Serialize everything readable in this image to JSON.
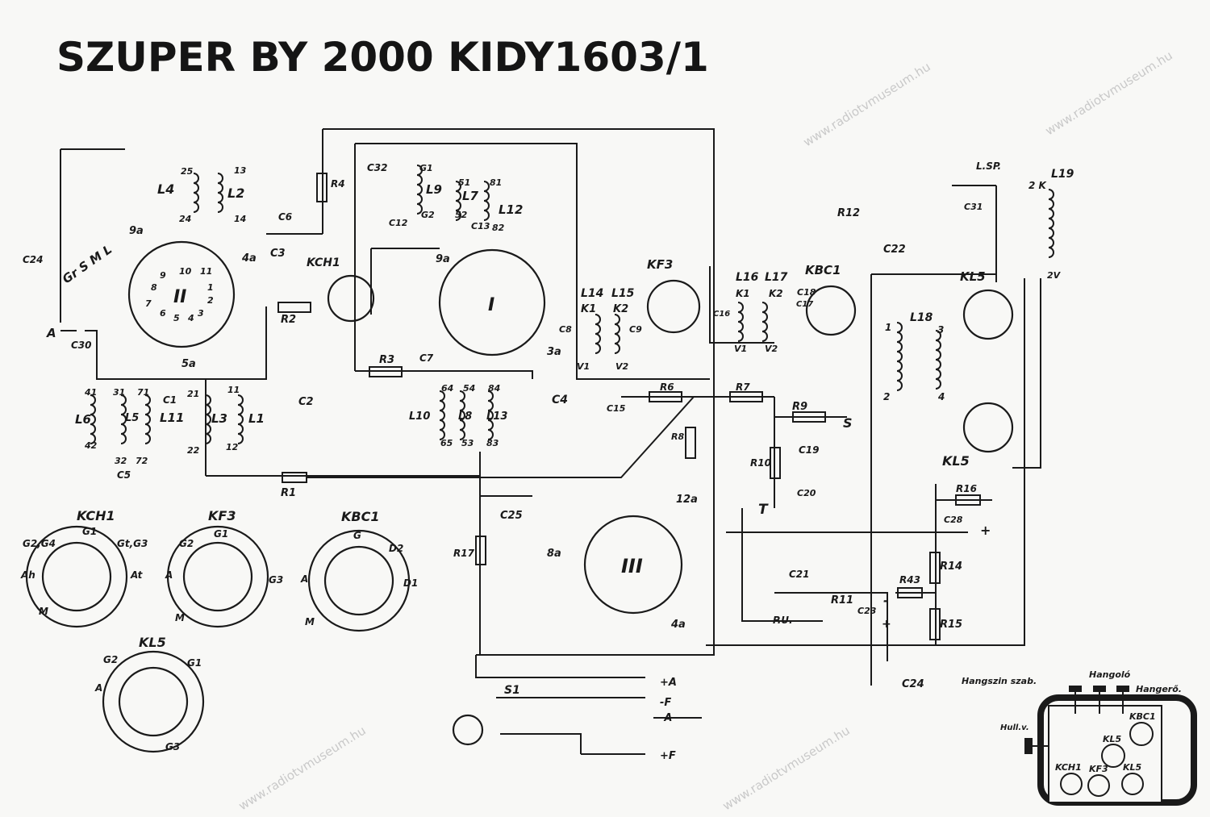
{
  "title": "SZUPER BY 2000 KIDY1603/1",
  "watermark": "www.radiotvmuseum.hu",
  "labels": {
    "L4": "L4",
    "L2": "L2",
    "p25": "25",
    "p13": "13",
    "p24": "24",
    "p14": "14",
    "band": "Gr S M L",
    "a9a": "9a",
    "C24a": "C24",
    "II": "II",
    "a4a": "4a",
    "C3": "C3",
    "C6": "C6",
    "R4": "R4",
    "KCH1": "KCH1",
    "R2": "R2",
    "A": "A",
    "C30": "C30",
    "a5a": "5a",
    "L6": "L6",
    "p41": "41",
    "p31": "31",
    "p71": "71",
    "C1": "C1",
    "p21": "21",
    "p11": "11",
    "L5": "L5",
    "L11": "L11",
    "L3": "L3",
    "L1": "L1",
    "C2": "C2",
    "p42": "42",
    "p32": "32",
    "p72": "72",
    "p22": "22",
    "p12": "12",
    "C5": "C5",
    "R1": "R1",
    "C32": "C32",
    "G1": "G1",
    "L9": "L9",
    "L7": "L7",
    "p51": "51",
    "p81": "81",
    "L12": "L12",
    "G2": "G2",
    "p52": "52",
    "C12": "C12",
    "C13": "C13",
    "p82": "82",
    "b9a": "9a",
    "I": "I",
    "a3a": "3a",
    "R3": "R3",
    "C7": "C7",
    "L10": "L10",
    "p64": "64",
    "p54": "54",
    "p84": "84",
    "L8": "L8",
    "L13": "L13",
    "p65": "65",
    "p53": "53",
    "p83": "83",
    "C4": "C4",
    "C25": "C25",
    "R17": "R17",
    "KF3": "KF3",
    "L14": "L14",
    "L15b": "L15",
    "K1a": "K1",
    "K2a": "K2",
    "C8": "C8",
    "C9": "C9",
    "V1a": "V1",
    "V2a": "V2",
    "C15": "C15",
    "R6": "R6",
    "R8": "R8",
    "R7": "R7",
    "L16": "L16",
    "L17": "L17",
    "K1b": "K1",
    "K2b": "K2",
    "C16": "C16",
    "C18": "C18",
    "C17": "C17",
    "V1b": "V1",
    "V2b": "V2",
    "KBC1": "KBC1",
    "R12": "R12",
    "C22": "C22",
    "R9": "R9",
    "S": "S",
    "C19": "C19",
    "R10": "R10",
    "T": "T",
    "C20": "C20",
    "a12a": "12a",
    "a8a": "8a",
    "III": "III",
    "b4a": "4a",
    "C21": "C21",
    "R11": "R11",
    "C23": "C23",
    "R43": "R43",
    "PU": "P.U.",
    "L18": "L18",
    "n1": "1",
    "n2": "2",
    "n3": "3",
    "n4": "4",
    "KL5a": "KL5",
    "KL5b": "KL5",
    "LSP": "L.SP.",
    "L19": "L19",
    "k2K": "2 K",
    "v2V": "2V",
    "C31": "C31",
    "R16": "R16",
    "C28": "C28",
    "R14": "R14",
    "R15": "R15",
    "C24b": "C24",
    "S1": "S1",
    "pA": "+A",
    "mF": "-F",
    "mA": "-A",
    "pF": "+F",
    "plus1": "+",
    "minus1": "-",
    "plus2": "+",
    "s9": "9",
    "s10": "10",
    "s11": "11",
    "s1": "1",
    "s8": "8",
    "s2": "2",
    "s7": "7",
    "s6": "6",
    "s5": "5",
    "s4": "4",
    "s3": "3",
    "pKCH1": "KCH1",
    "kG1": "G1",
    "kG2G4": "G2,G4",
    "kGtG3": "Gt,G3",
    "kAh": "Ah",
    "kAt": "At",
    "kM": "M",
    "pKF3": "KF3",
    "fG1": "G1",
    "fG2": "G2",
    "fA": "A",
    "fG3": "G3",
    "fM": "M",
    "pKBC1": "KBC1",
    "bG": "G",
    "bD2": "D2",
    "bA": "A",
    "bD1": "D1",
    "bM": "M",
    "pKL5": "KL5",
    "lG2": "G2",
    "lG1": "G1",
    "lA": "A",
    "lG3": "G3"
  },
  "chassis": {
    "tone_control": "Hangszin szab.",
    "tuning": "Hangoló",
    "volume": "Hangerő.",
    "waveband_switch": "Hull.v.",
    "tubes": [
      "KBC1",
      "KL5",
      "KCH1",
      "KF3",
      "KL5"
    ]
  }
}
